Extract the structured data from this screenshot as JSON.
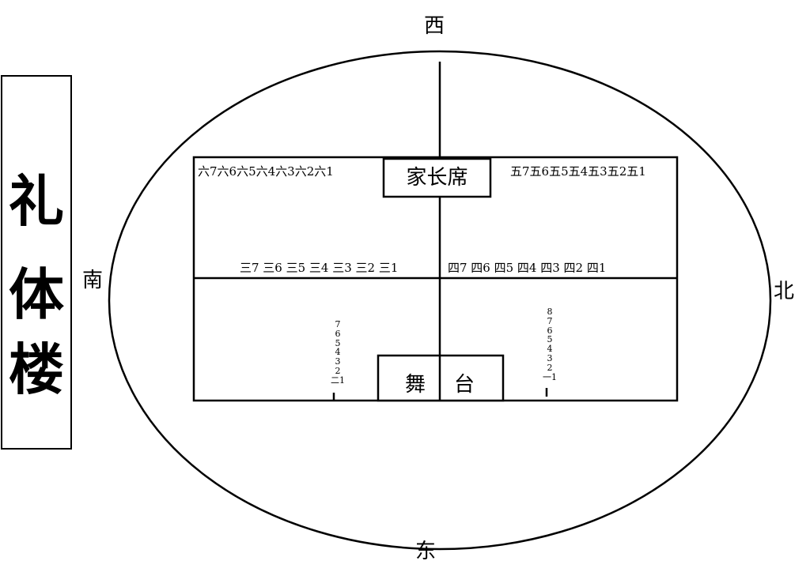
{
  "building": {
    "chars": [
      "礼",
      "体",
      "楼"
    ]
  },
  "directions": {
    "west": "西",
    "east": "东",
    "south": "南",
    "north": "北"
  },
  "head_table": {
    "label": "家长席"
  },
  "stage": {
    "label_left": "舞",
    "label_right": "台"
  },
  "seats": {
    "row_six": "六7六6六5六4六3六2六1",
    "row_five": "五7五6五5五4五3五2五1",
    "row_three": "三7 三6 三5 三4 三3 三2 三1",
    "row_four": "四7 四6 四5 四4 四3 四2 四1",
    "column_two": [
      "7",
      "6",
      "5",
      "4",
      "3",
      "2",
      "二1"
    ],
    "column_one": [
      "8",
      "7",
      "6",
      "5",
      "4",
      "3",
      "2",
      "一1"
    ]
  }
}
